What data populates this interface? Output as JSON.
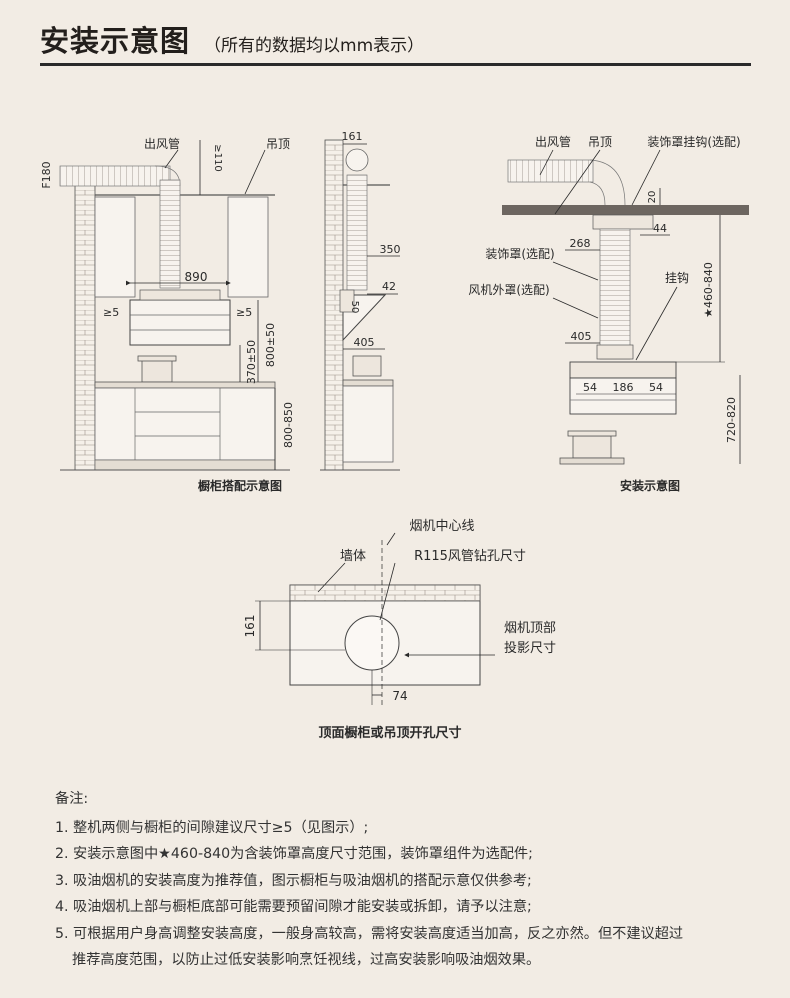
{
  "header": {
    "title": "安装示意图",
    "subtitle": "（所有的数据均以mm表示）"
  },
  "diagram1": {
    "caption": "橱柜搭配示意图",
    "lbl_outlet": "出风管",
    "lbl_ceiling": "吊顶",
    "dim_f180": "F180",
    "dim_110": "≥110",
    "dim_890": "890",
    "dim_gap_left": "≥5",
    "dim_gap_right": "≥5",
    "dim_800_50": "800±50",
    "dim_370_50": "370±50",
    "dim_800_850": "800-850"
  },
  "diagram2": {
    "dim_161": "161",
    "dim_350": "350",
    "dim_42": "42",
    "dim_50": "50",
    "dim_405": "405"
  },
  "diagram3": {
    "caption": "安装示意图",
    "lbl_outlet": "出风管",
    "lbl_ceiling": "吊顶",
    "lbl_hook_opt": "装饰罩挂钩(选配)",
    "lbl_cover": "装饰罩(选配)",
    "lbl_outer": "风机外罩(选配)",
    "lbl_hook": "挂钩",
    "dim_20": "20",
    "dim_44": "44",
    "dim_268": "268",
    "dim_460_840": "★460-840",
    "dim_405": "405",
    "dim_54a": "54",
    "dim_186": "186",
    "dim_54b": "54",
    "dim_720_820": "720-820"
  },
  "diagram4": {
    "caption": "顶面橱柜或吊顶开孔尺寸",
    "lbl_centerline": "烟机中心线",
    "lbl_wall": "墙体",
    "lbl_drill": "R115风管钻孔尺寸",
    "lbl_proj_1": "烟机顶部",
    "lbl_proj_2": "投影尺寸",
    "dim_161": "161",
    "dim_74": "74"
  },
  "notes": {
    "heading": "备注:",
    "items": [
      "1. 整机两侧与橱柜的间隙建议尺寸≥5（见图示）;",
      "2. 安装示意图中★460-840为含装饰罩高度尺寸范围，装饰罩组件为选配件;",
      "3. 吸油烟机的安装高度为推荐值，图示橱柜与吸油烟机的搭配示意仅供参考;",
      "4. 吸油烟机上部与橱柜底部可能需要预留间隙才能安装或拆卸，请予以注意;",
      "5. 可根据用户身高调整安装高度，一般身高较高，需将安装高度适当加高，反之亦然。但不建议超过"
    ],
    "item5_cont": "推荐高度范围，以防止过低安装影响烹饪视线，过高安装影响吸油烟效果。"
  }
}
